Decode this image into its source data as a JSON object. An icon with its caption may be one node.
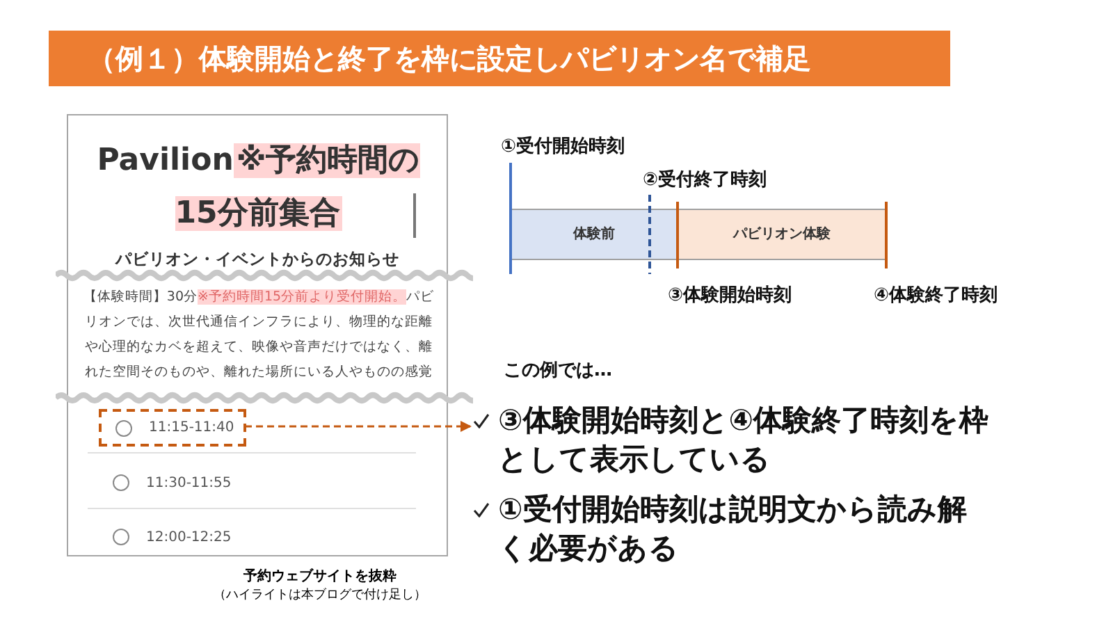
{
  "diagram": {
    "title": "（例１）体験開始と終了を枠に設定しパビリオン名で補足",
    "nodes": [
      {
        "text": [
          "Pavilion",
          "※予約時間の15分前集合",
          "パビリオン・イベントからのお知らせ",
          "【体験時間】30分",
          "※予約時間15分前より受付開始。",
          "パビリオンでは、次世代通信インフラにより、物理的な距離や心理的なカベを超えて、映像や音声だけではなく、離れた空間そのものや、離れた場所にいる人やものの感覚を共有することで、未"
        ],
        "beside": [
          "予約ウェブサイトを抜粋",
          "（ハイライトは本ブログで付け足し）"
        ]
      },
      {
        "text": [
          "11:15-11:40"
        ],
        "in": 0
      },
      {
        "text": [
          "11:30-11:55"
        ],
        "in": 0
      },
      {
        "text": [
          "12:00-12:25"
        ],
        "in": 0
      },
      {
        "text": [
          "体験前"
        ]
      },
      {
        "text": [
          "パビリオン体験"
        ]
      },
      {
        "text": [
          "③体験開始時刻と④体験終了時刻を枠として表示している"
        ]
      },
      {
        "text": [
          "①受付開始時刻は説明文から読み解く必要がある"
        ]
      }
    ],
    "edges": [
      {
        "from": 1,
        "to": 6,
        "arrow": "to",
        "style": "dashed",
        "color": "#c55a11"
      }
    ],
    "labels": [
      "①受付開始時刻",
      "②受付終了時刻",
      "③体験開始時刻",
      "④体験終了時刻",
      "この例では…"
    ]
  }
}
